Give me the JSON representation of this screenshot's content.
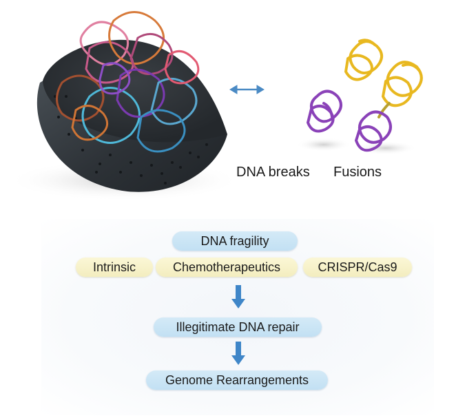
{
  "labels": {
    "dna_breaks": "DNA breaks",
    "fusions": "Fusions"
  },
  "flow": {
    "top": "DNA fragility",
    "sources": [
      "Intrinsic",
      "Chemotherapeutics",
      "CRISPR/Cas9"
    ],
    "step2": "Illegitimate DNA repair",
    "step3": "Genome Rearrangements"
  },
  "colors": {
    "blue_box": "#c8e4f5",
    "yellow_box": "#f7f2c8",
    "arrow": "#3f86c8",
    "double_arrow": "#4a8ac4",
    "nucleus_shell": "#2f3439",
    "purple_chromatin": "#8a42b8",
    "yellow_chromatin": "#e8b820"
  },
  "icons": [
    "nucleus-illustration",
    "double-arrow-icon",
    "dna-breaks-illustration",
    "fusions-illustration",
    "down-arrow-icon"
  ]
}
